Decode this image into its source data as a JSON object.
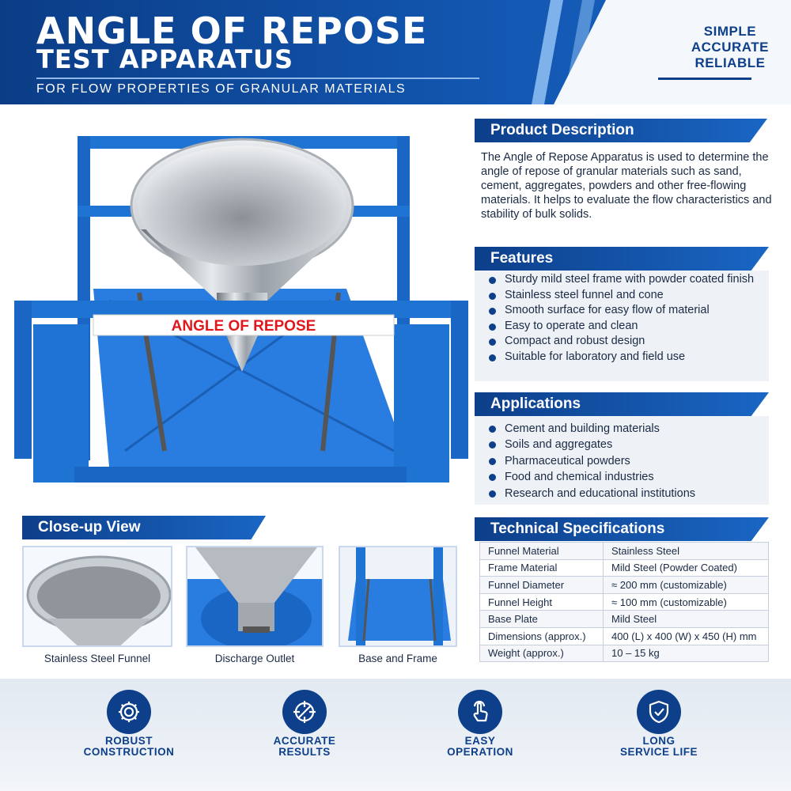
{
  "header": {
    "title_line1": "ANGLE OF REPOSE",
    "title_line2": "TEST APPARATUS",
    "subtitle": "FOR FLOW PROPERTIES OF GRANULAR MATERIALS",
    "tagline": [
      "SIMPLE",
      "ACCURATE",
      "RELIABLE"
    ]
  },
  "product": {
    "label": "ANGLE OF REPOSE",
    "frame_color": "#1f73d2",
    "label_color": "#e0181b"
  },
  "description": {
    "heading": "Product Description",
    "text": "The Angle of Repose Apparatus is used to determine the angle of repose of granular materials such as sand, cement, aggregates, powders and other free-flowing materials. It helps to evaluate the flow characteristics and stability of bulk solids."
  },
  "features": {
    "heading": "Features",
    "items": [
      "Sturdy mild steel frame with powder coated finish",
      "Stainless steel funnel and cone",
      "Smooth surface for easy flow of material",
      "Easy to operate and clean",
      "Compact and robust design",
      "Suitable for laboratory and field use"
    ]
  },
  "applications": {
    "heading": "Applications",
    "items": [
      "Cement and building materials",
      "Soils and aggregates",
      "Pharmaceutical powders",
      "Food and chemical industries",
      "Research and educational institutions"
    ]
  },
  "specs": {
    "heading": "Technical Specifications",
    "rows": [
      [
        "Funnel Material",
        "Stainless Steel"
      ],
      [
        "Frame Material",
        "Mild Steel (Powder Coated)"
      ],
      [
        "Funnel Diameter",
        "≈ 200 mm (customizable)"
      ],
      [
        "Funnel Height",
        "≈ 100 mm (customizable)"
      ],
      [
        "Base Plate",
        "Mild Steel"
      ],
      [
        "Dimensions (approx.)",
        "400 (L) x 400 (W) x 450 (H) mm"
      ],
      [
        "Weight (approx.)",
        "10 – 15 kg"
      ]
    ]
  },
  "closeup": {
    "heading": "Close-up View",
    "captions": [
      "Stainless Steel Funnel",
      "Discharge Outlet",
      "Base and Frame"
    ]
  },
  "footer": {
    "items": [
      {
        "line1": "ROBUST",
        "line2": "CONSTRUCTION",
        "icon": "gear-icon"
      },
      {
        "line1": "ACCURATE",
        "line2": "RESULTS",
        "icon": "crosshair-icon"
      },
      {
        "line1": "EASY",
        "line2": "OPERATION",
        "icon": "hand-pointer-icon"
      },
      {
        "line1": "LONG",
        "line2": "SERVICE LIFE",
        "icon": "shield-check-icon"
      }
    ]
  },
  "colors": {
    "brand_dark": "#0d3f8a",
    "brand": "#1a66c4",
    "frame_blue": "#1f73d2",
    "label_red": "#e0181b"
  }
}
